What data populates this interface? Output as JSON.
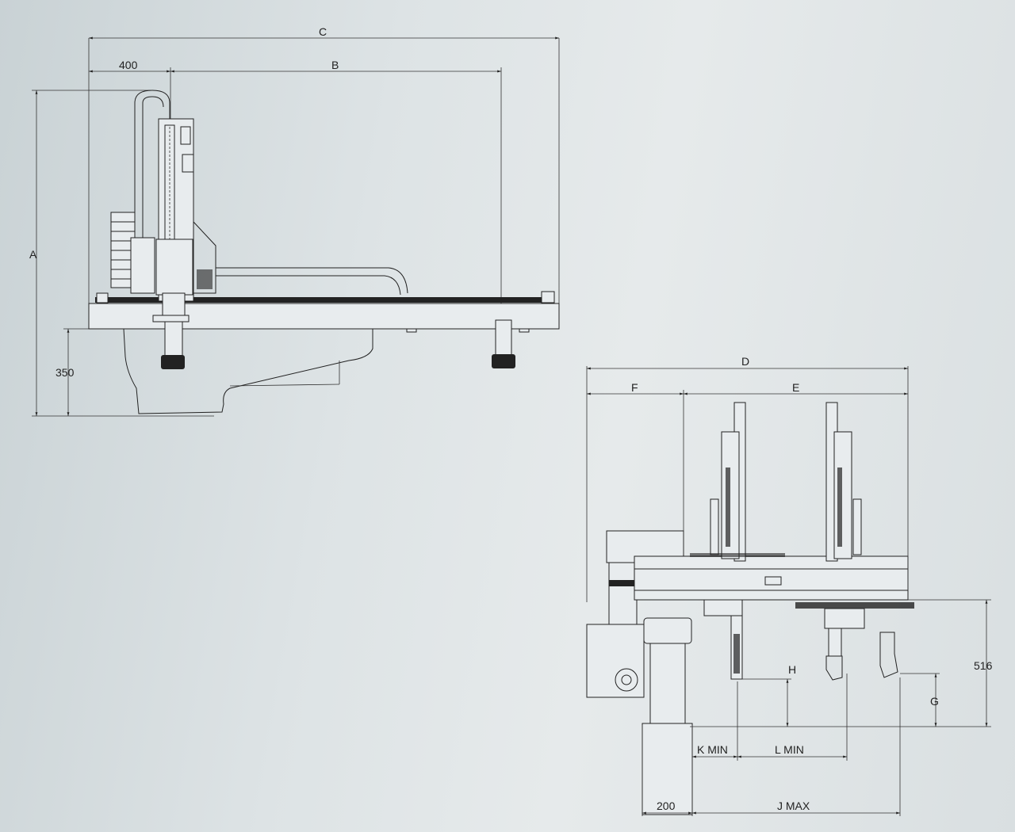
{
  "side_view": {
    "dimensions": {
      "c": "C",
      "offset": "400",
      "b": "B",
      "a": "A",
      "base_height": "350"
    }
  },
  "front_view": {
    "dimensions": {
      "d": "D",
      "f": "F",
      "e": "E",
      "h": "H",
      "height": "516",
      "g": "G",
      "k_min": "K MIN",
      "l_min": "L MIN",
      "offset": "200",
      "j_max": "J MAX"
    }
  }
}
